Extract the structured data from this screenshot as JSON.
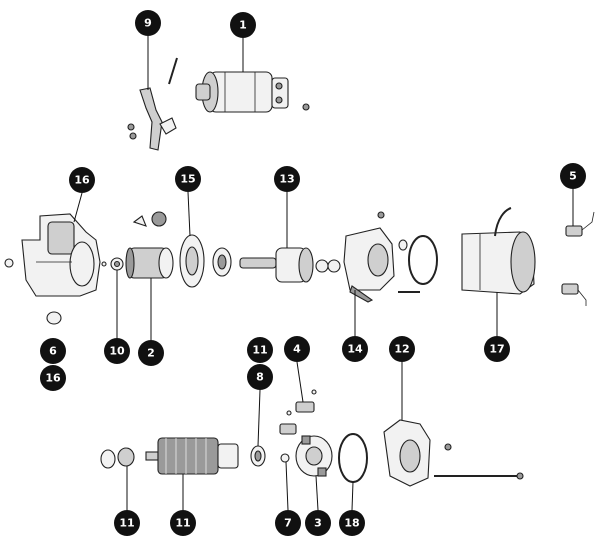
{
  "diagram": {
    "callouts": [
      {
        "id": "c1",
        "label": "1"
      },
      {
        "id": "c9",
        "label": "9"
      },
      {
        "id": "c16a",
        "label": "16"
      },
      {
        "id": "c15",
        "label": "15"
      },
      {
        "id": "c13",
        "label": "13"
      },
      {
        "id": "c5",
        "label": "5"
      },
      {
        "id": "c6",
        "label": "6"
      },
      {
        "id": "c16b",
        "label": "16"
      },
      {
        "id": "c10",
        "label": "10"
      },
      {
        "id": "c2",
        "label": "2"
      },
      {
        "id": "c14",
        "label": "14"
      },
      {
        "id": "c17",
        "label": "17"
      },
      {
        "id": "c11a",
        "label": "11"
      },
      {
        "id": "c8",
        "label": "8"
      },
      {
        "id": "c4",
        "label": "4"
      },
      {
        "id": "c12",
        "label": "12"
      },
      {
        "id": "c11b",
        "label": "11"
      },
      {
        "id": "c11c",
        "label": "11"
      },
      {
        "id": "c7",
        "label": "7"
      },
      {
        "id": "c3",
        "label": "3"
      },
      {
        "id": "c18",
        "label": "18"
      }
    ]
  }
}
